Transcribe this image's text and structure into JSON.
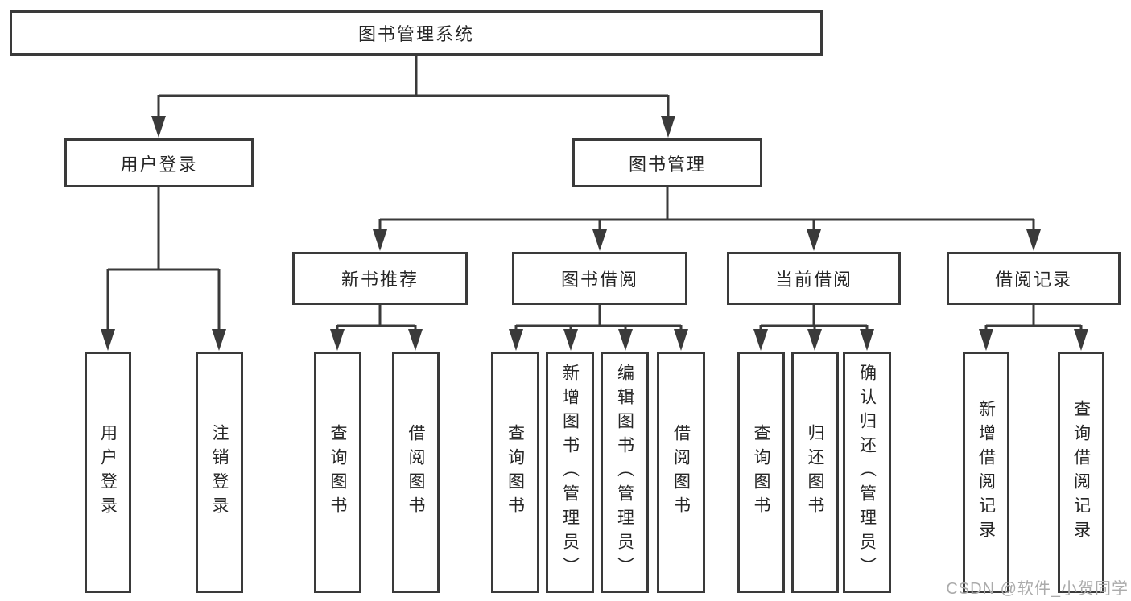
{
  "tree": {
    "root": {
      "label": "图书管理系统"
    },
    "branches": [
      {
        "label": "用户登录",
        "children": [
          {
            "label": "用户登录"
          },
          {
            "label": "注销登录"
          }
        ]
      },
      {
        "label": "图书管理",
        "groups": [
          {
            "label": "新书推荐",
            "children": [
              {
                "label": "查询图书"
              },
              {
                "label": "借阅图书"
              }
            ]
          },
          {
            "label": "图书借阅",
            "children": [
              {
                "label": "查询图书"
              },
              {
                "label": "新增图书（管理员）"
              },
              {
                "label": "编辑图书（管理员）"
              },
              {
                "label": "借阅图书"
              }
            ]
          },
          {
            "label": "当前借阅",
            "children": [
              {
                "label": "查询图书"
              },
              {
                "label": "归还图书"
              },
              {
                "label": "确认归还（管理员）"
              }
            ]
          },
          {
            "label": "借阅记录",
            "children": [
              {
                "label": "新增借阅记录"
              },
              {
                "label": "查询借阅记录"
              }
            ]
          }
        ]
      }
    ]
  },
  "watermark": {
    "text": "CSDN @软件_小贺同学"
  },
  "colors": {
    "line": "#3a3a3a",
    "text": "#262626",
    "background": "#ffffff",
    "watermark": "#ababab"
  }
}
